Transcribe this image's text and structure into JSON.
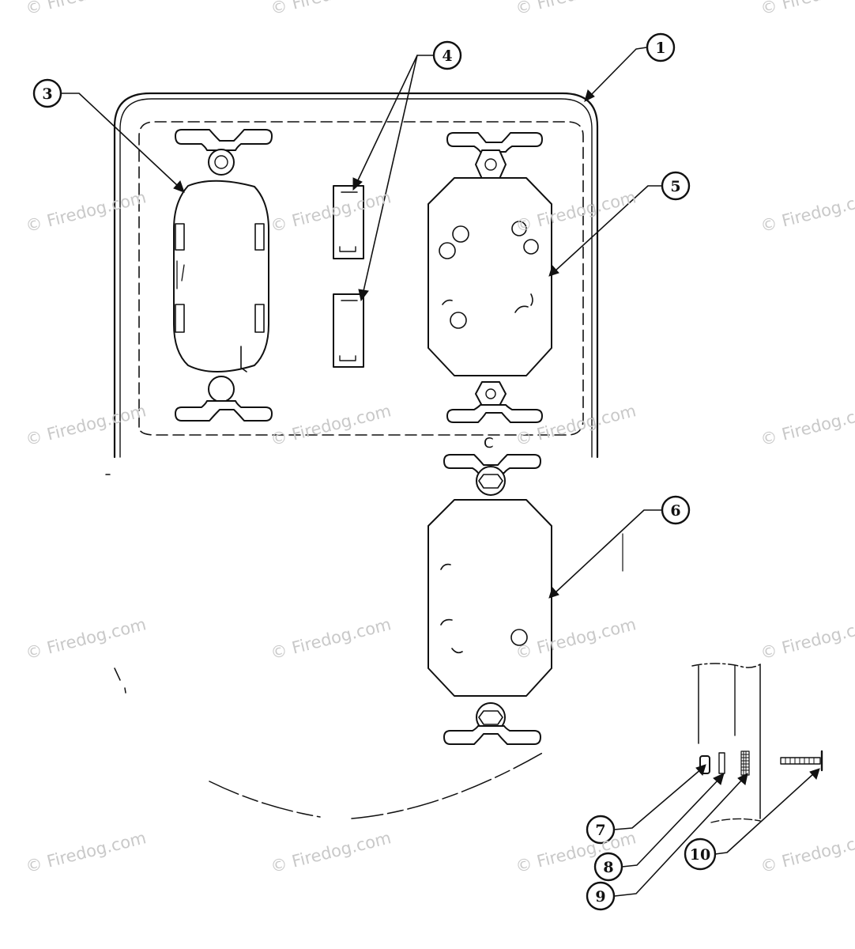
{
  "watermark": "© Firedog.com",
  "callouts": [
    "1",
    "3",
    "4",
    "5",
    "6",
    "7",
    "8",
    "9",
    "10"
  ],
  "marking": "C"
}
